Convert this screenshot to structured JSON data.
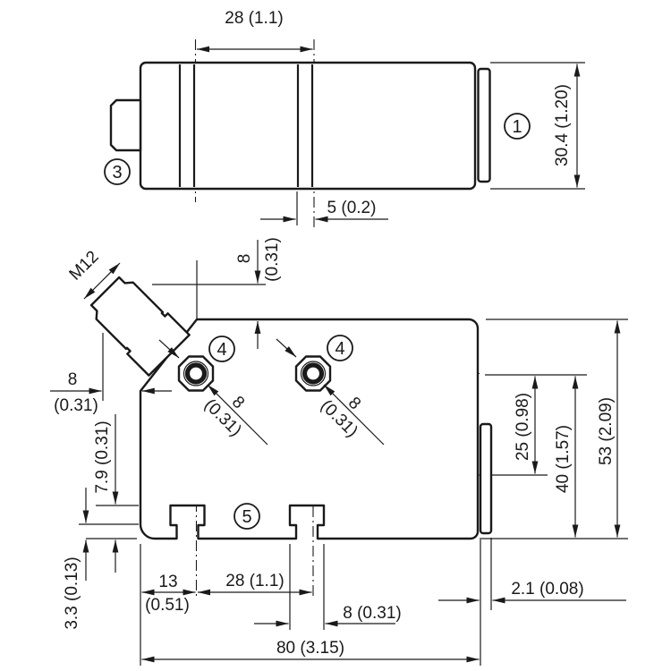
{
  "drawing": {
    "type": "technical-dimension-drawing",
    "units": "mm (inch)",
    "colors": {
      "ink": "#1a1a1a",
      "background": "#ffffff"
    },
    "callouts": {
      "one": "1",
      "three": "3",
      "four_a": "4",
      "four_b": "4",
      "five": "5"
    },
    "top_view": {
      "dim_groove_pitch": "28 (1.1)",
      "dim_groove_offset": "5 (0.2)",
      "dim_height": "30.4 (1.20)"
    },
    "side_view": {
      "thread": "M12",
      "dim_top8_mm": "8",
      "dim_top8_in": "(0.31)",
      "dim_left8_mm": "8",
      "dim_left8_in": "(0.31)",
      "dim_hole1_mm": "8",
      "dim_hole1_in": "(0.31)",
      "dim_hole2_mm": "8",
      "dim_hole2_in": "(0.31)",
      "dim_slot_depth": "7.9 (0.31)",
      "dim_step": "3.3 (0.13)",
      "dim_13_mm": "13",
      "dim_13_in": "(0.51)",
      "dim_slot_pitch": "28 (1.1)",
      "dim_slot_width": "8 (0.31)",
      "dim_overall_width": "80 (3.15)",
      "dim_tab": "2.1 (0.08)",
      "dim_25": "25 (0.98)",
      "dim_40": "40 (1.57)",
      "dim_53": "53 (2.09)"
    }
  }
}
